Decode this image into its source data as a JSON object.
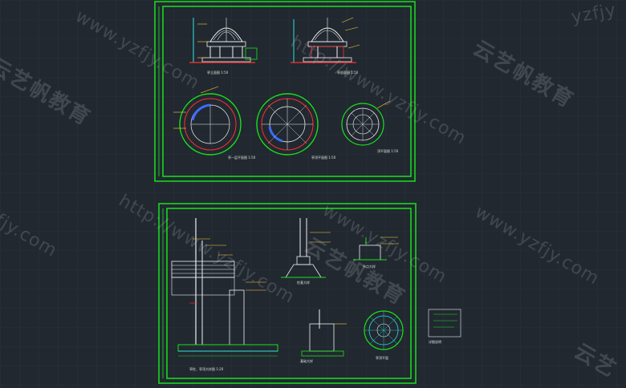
{
  "app": {
    "background": "#212830",
    "grid_color": "#2c343e",
    "frame_color": "#19e11c",
    "drawing_colors": [
      "#ff3030",
      "#2fe0e0",
      "#f0f0f0",
      "#3a6cff",
      "#ffd23a",
      "#19e11c"
    ]
  },
  "watermarks": {
    "brand": "云艺帆教育",
    "url": "www.yzfjy.com",
    "url_short": "http://www.yzfjy.com",
    "partial_urls": [
      "yzfjy",
      "fjy.com",
      "http://",
      "云艺"
    ]
  }
}
